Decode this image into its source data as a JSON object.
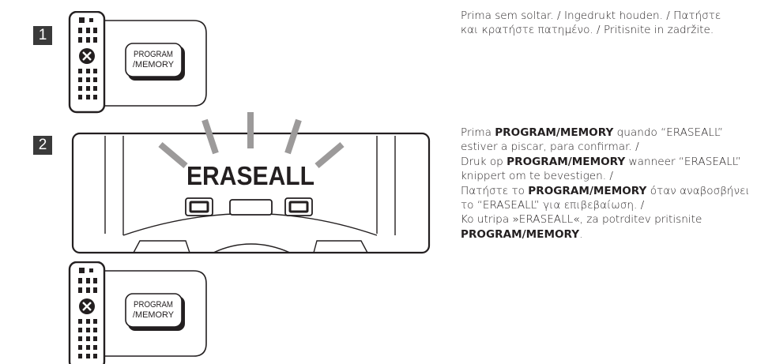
{
  "step1": {
    "number": "1",
    "button_label_line1": "PROGRAM",
    "button_label_line2": "/MEMORY",
    "instruction": "Prima sem soltar. / Ingedrukt houden. / Πατήστε και κρατήστε πατημένο.  / Pritis­nite in zadržite."
  },
  "step2": {
    "number": "2",
    "display_text": "ERASEALL",
    "button_label_line1": "PROGRAM",
    "button_label_line2": "/MEMORY",
    "instruction": {
      "pt_prefix": "Prima ",
      "pt_key": "PROGRAM/MEMORY",
      "pt_suffix": " quando “ERASEALL” estiver a piscar, para confirmar.  /",
      "nl_prefix": "Druk op ",
      "nl_key": "PROGRAM/MEMORY",
      "nl_suffix": " wanneer “ERASEALL” knippert om te bevestigen.  /",
      "el_prefix": "Πατήστε το ",
      "el_key": "PROGRAM/MEMORY",
      "el_suffix": " όταν αναβοσβήνει το “ERASEALL” για επιβεβαίωση.  /",
      "sl_prefix": "Ko utripa »ERASEALL«, za potrditev pritisnite ",
      "sl_key": "PROGRAM/MEMORY",
      "sl_suffix": "."
    }
  },
  "colors": {
    "ink": "#231f20",
    "badge": "#3a3a3a",
    "paper": "#ffffff"
  }
}
